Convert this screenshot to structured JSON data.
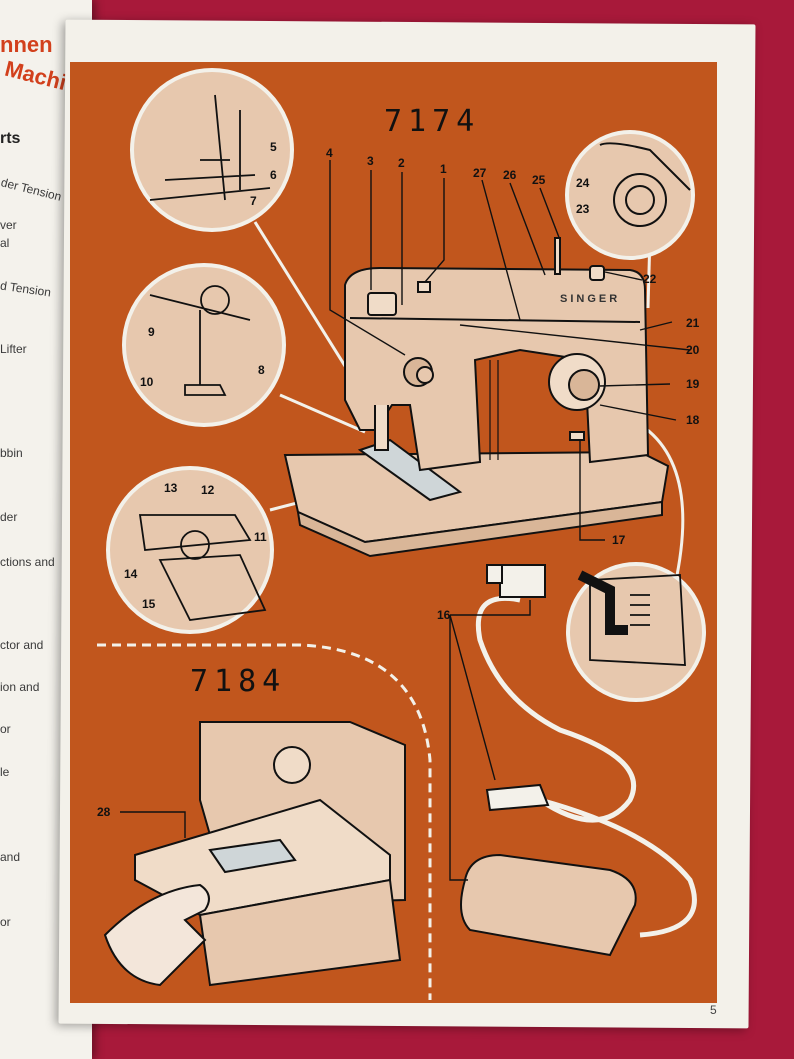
{
  "left_page": {
    "title_1": "nnen",
    "title_2": "Machine",
    "subtitle": "rts",
    "lines": [
      "der Tension Dis",
      "ver",
      "al",
      "d Tension",
      "Lifter",
      "bbin",
      "der",
      "ctions and",
      "ctor and",
      "ion and",
      "or",
      "le",
      "and",
      "or"
    ]
  },
  "diagram": {
    "model_top": "7174",
    "model_bottom": "7184",
    "brand": "SINGER",
    "part_numbers": [
      "1",
      "2",
      "3",
      "4",
      "5",
      "6",
      "7",
      "8",
      "9",
      "10",
      "11",
      "12",
      "13",
      "14",
      "15",
      "16",
      "17",
      "18",
      "19",
      "20",
      "21",
      "22",
      "23",
      "24",
      "25",
      "26",
      "27",
      "28"
    ]
  },
  "page_number": "5",
  "colors": {
    "orange": "#c1561d",
    "cream": "#e7c8ae",
    "background": "#a8193a"
  }
}
